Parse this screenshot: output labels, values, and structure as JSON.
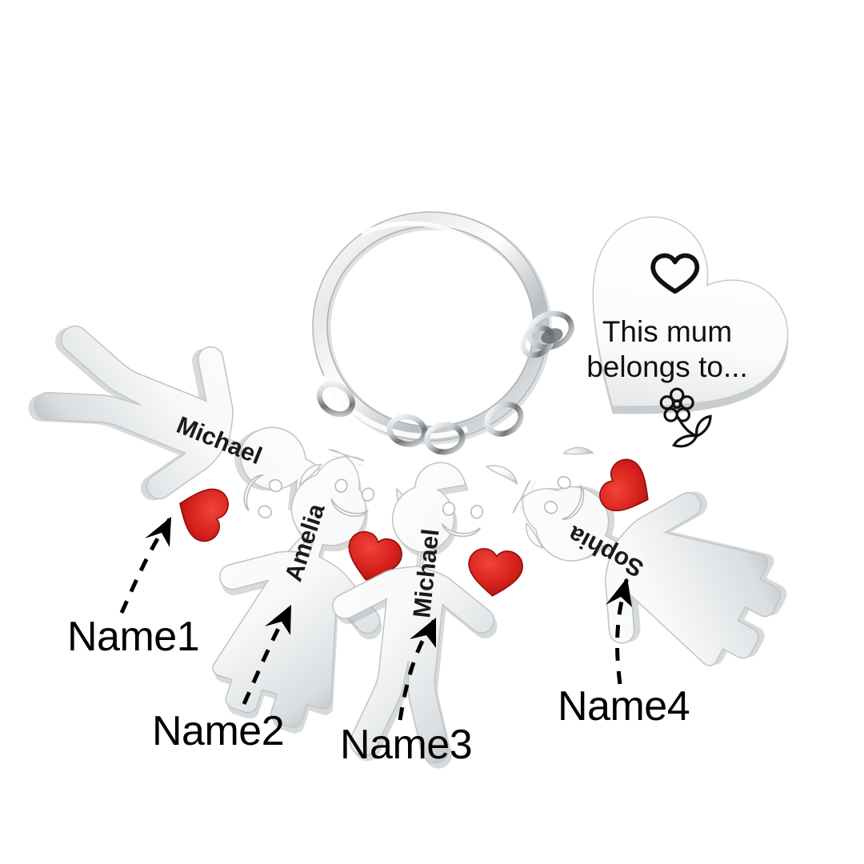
{
  "product": {
    "type": "personalized-keyring",
    "background_color": "#ffffff",
    "metal_color": "#d9dadc",
    "metal_highlight": "#ffffff",
    "metal_shadow": "#8e9295",
    "engraving_color": "#111111",
    "heart_enamel_color": "#d8211c"
  },
  "pendant": {
    "shape": "heart",
    "rotation_deg": 38,
    "heart_doodle": "heart-outline-doodle",
    "line1": "This mum",
    "line2": "belongs to...",
    "flower_doodle": "flower-doodle"
  },
  "keyring": {
    "name": "split-ring",
    "jump_rings": 5
  },
  "charms": [
    {
      "id": "charm-1",
      "figure": "boy",
      "name": "Michael",
      "rotation_deg": 112,
      "heart": "red-heart-inlay"
    },
    {
      "id": "charm-2",
      "figure": "girl",
      "name": "Amelia",
      "rotation_deg": 18,
      "heart": "red-heart-inlay"
    },
    {
      "id": "charm-3",
      "figure": "boy",
      "name": "Michael",
      "rotation_deg": 6,
      "heart": "red-heart-inlay"
    },
    {
      "id": "charm-4",
      "figure": "girl",
      "name": "Sophia",
      "rotation_deg": -62,
      "heart": "red-heart-inlay"
    }
  ],
  "annotations": [
    {
      "id": "name1",
      "label": "Name1",
      "points_to": "charm-1"
    },
    {
      "id": "name2",
      "label": "Name2",
      "points_to": "charm-2"
    },
    {
      "id": "name3",
      "label": "Name3",
      "points_to": "charm-3"
    },
    {
      "id": "name4",
      "label": "Name4",
      "points_to": "charm-4"
    }
  ]
}
